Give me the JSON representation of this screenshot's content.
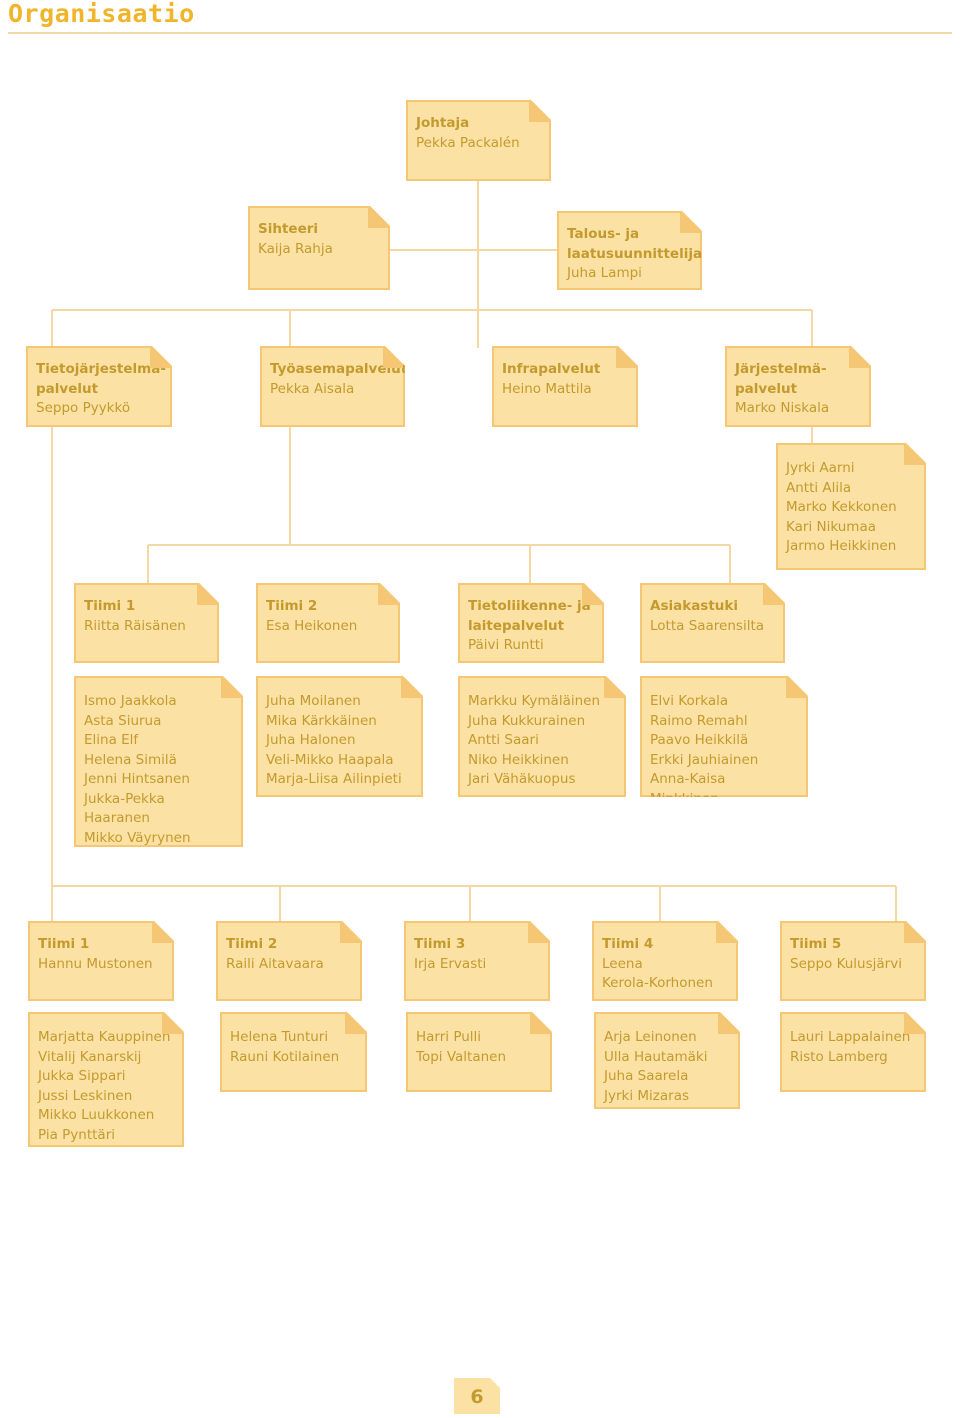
{
  "heading": "Organisaatio",
  "page_number": "6",
  "colors": {
    "accent": "#f0b52a",
    "box_fill": "#fbe2a4",
    "box_border": "#f5c673",
    "text": "#c49a2e",
    "connector": "#f2d9a4"
  },
  "director": {
    "title": "Johtaja",
    "name": "Pekka Packalén"
  },
  "secretary": {
    "title": "Sihteeri",
    "name": "Kaija Rahja"
  },
  "finance": {
    "title": "Talous- ja\nlaatusuunnittelija",
    "name": "Juha Lampi"
  },
  "units": [
    {
      "title": "Tietojärjestelmä-\npalvelut",
      "name": "Seppo Pyykkö"
    },
    {
      "title": "Työasemapalvelut",
      "name": "Pekka Aisala"
    },
    {
      "title": "Infrapalvelut",
      "name": "Heino Mattila"
    },
    {
      "title": "Järjestelmä-\npalvelut",
      "name": "Marko Niskala"
    }
  ],
  "system_members": "Jyrki Aarni\nAntti Alila\nMarko Kekkonen\nKari Nikumaa\nJarmo Heikkinen",
  "workstation_teams": [
    {
      "title": "Tiimi 1",
      "name": "Riitta Räisänen",
      "members": "Ismo Jaakkola\nAsta Siurua\nElina Elf\nHelena Similä\nJenni Hintsanen\nJukka-Pekka Haaranen\nMikko Väyrynen\nIlkka Pelkonen"
    },
    {
      "title": "Tiimi 2",
      "name": "Esa Heikonen",
      "members": "Juha Moilanen\nMika Kärkkäinen\nJuha Halonen\nVeli-Mikko Haapala\nMarja-Liisa Ailinpieti"
    },
    {
      "title": "Tietoliikenne- ja\nlaitepalvelut",
      "name": "Päivi Runtti",
      "members": "Markku Kymäläinen\nJuha Kukkurainen\nAntti Saari\nNiko Heikkinen\nJari Vähäkuopus"
    },
    {
      "title": "Asiakastuki",
      "name": "Lotta Saarensilta",
      "members": "Elvi Korkala\nRaimo Remahl\nPaavo Heikkilä\nErkki Jauhiainen\nAnna-Kaisa Minkkinen"
    }
  ],
  "info_teams": [
    {
      "title": "Tiimi 1",
      "name": "Hannu Mustonen",
      "members": "Marjatta Kauppinen\nVitalij Kanarskij\nJukka Sippari\nJussi Leskinen\nMikko Luukkonen\nPia Pynttäri"
    },
    {
      "title": "Tiimi 2",
      "name": "Raili Aitavaara",
      "members": "Helena Tunturi\nRauni Kotilainen"
    },
    {
      "title": "Tiimi 3",
      "name": "Irja Ervasti",
      "members": "Harri Pulli\nTopi Valtanen"
    },
    {
      "title": "Tiimi 4",
      "name": "Leena\nKerola-Korhonen",
      "members": "Arja Leinonen\nUlla Hautamäki\nJuha Saarela\nJyrki Mizaras"
    },
    {
      "title": "Tiimi 5",
      "name": "Seppo Kulusjärvi",
      "members": "Lauri Lappalainen\nRisto Lamberg"
    }
  ]
}
